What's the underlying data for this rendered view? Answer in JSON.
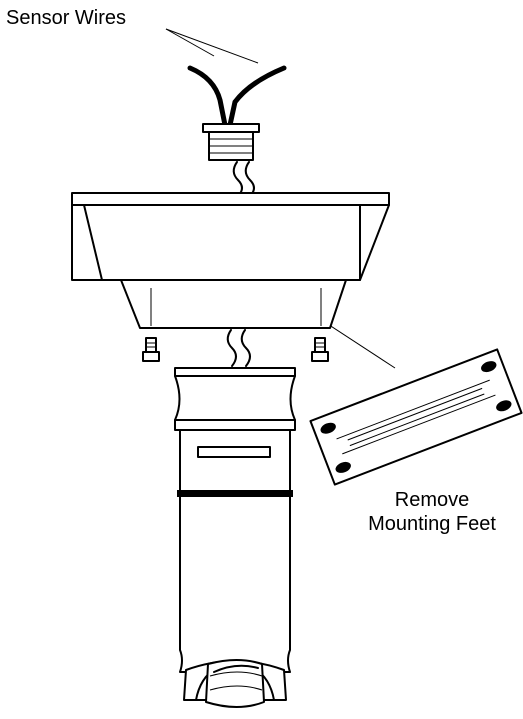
{
  "labels": {
    "sensor_wires": "Sensor Wires",
    "remove_line1": "Remove",
    "remove_line2": "Mounting Feet"
  },
  "colors": {
    "ink": "#000000",
    "paper": "#ffffff"
  }
}
